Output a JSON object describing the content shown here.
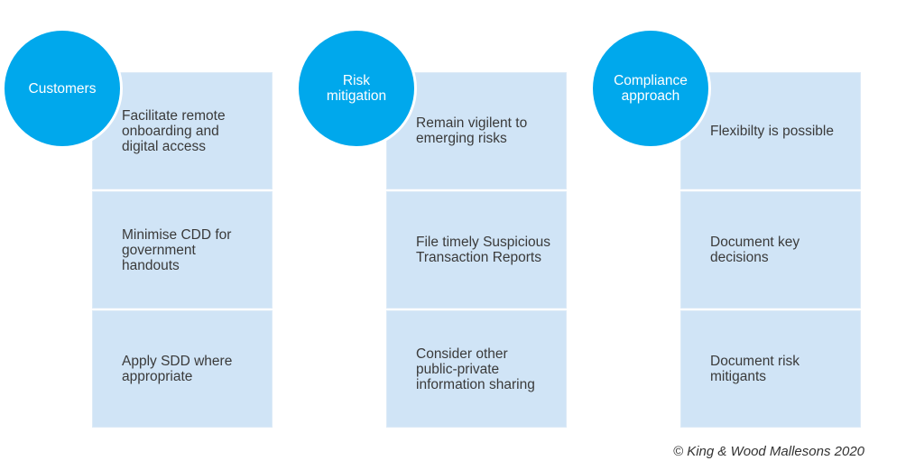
{
  "columns": [
    {
      "title": "Customers",
      "items": [
        "Facilitate remote onboarding and digital access",
        "Minimise CDD for government handouts",
        "Apply SDD where appropriate"
      ]
    },
    {
      "title": "Risk mitigation",
      "items": [
        "Remain vigilent to emerging risks",
        "File timely Suspicious Transaction Reports",
        "Consider other public-private information sharing"
      ]
    },
    {
      "title": "Compliance approach",
      "items": [
        "Flexibilty is possible",
        "Document key decisions",
        "Document risk mitigants"
      ]
    }
  ],
  "footer": {
    "copyright": "© King & Wood Mallesons 2020"
  },
  "colors": {
    "circle": "#00a8ec",
    "panel": "#d0e4f6",
    "text": "#3a3a3a"
  }
}
